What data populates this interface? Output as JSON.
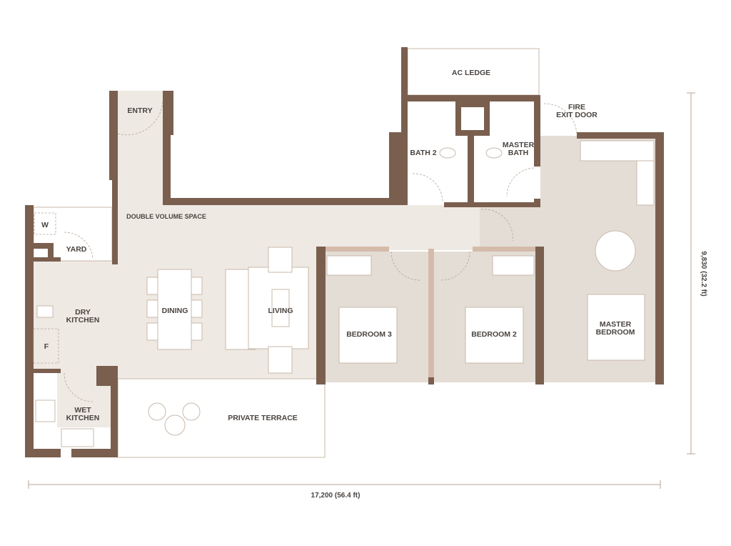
{
  "rooms": {
    "entry": "ENTRY",
    "ac_ledge": "AC LEDGE",
    "fire_exit_1": "FIRE",
    "fire_exit_2": "EXIT DOOR",
    "bath2": "BATH 2",
    "master_bath_1": "MASTER",
    "master_bath_2": "BATH",
    "double_volume": "DOUBLE VOLUME SPACE",
    "w": "W",
    "yard": "YARD",
    "dry_kitchen_1": "DRY",
    "dry_kitchen_2": "KITCHEN",
    "f": "F",
    "wet_kitchen_1": "WET",
    "wet_kitchen_2": "KITCHEN",
    "dining": "DINING",
    "living": "LIVING",
    "bedroom3": "BEDROOM 3",
    "bedroom2": "BEDROOM 2",
    "master_bedroom_1": "MASTER",
    "master_bedroom_2": "BEDROOM",
    "private_terrace": "PRIVATE TERRACE"
  },
  "dimensions": {
    "width": "17,200 (56.4 ft)",
    "depth": "9,830 (32.2 ft)"
  },
  "colors": {
    "wall": "#7a5f4f",
    "floor": "#efe9e3",
    "bedroom_floor": "#e4ddd6"
  }
}
